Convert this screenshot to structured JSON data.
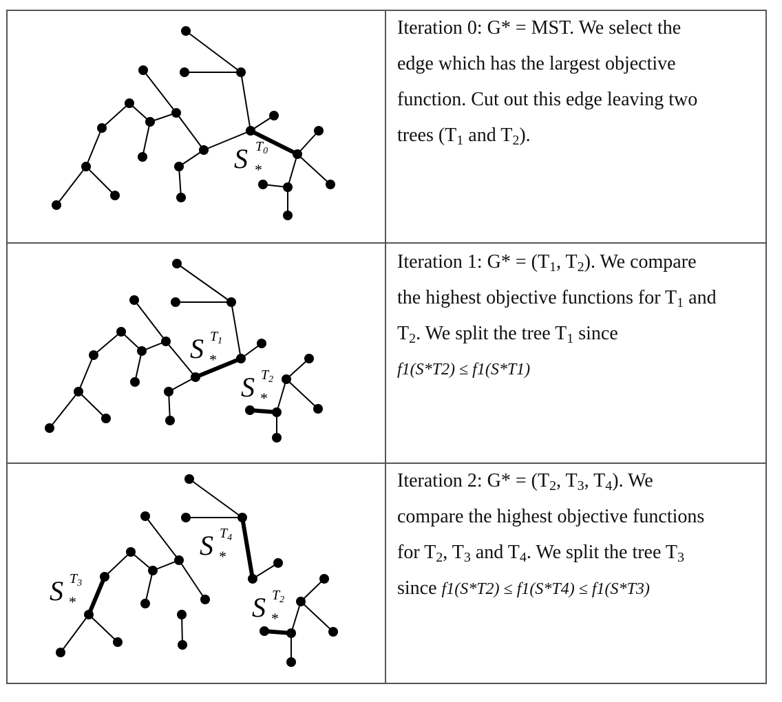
{
  "rows": [
    {
      "caption": {
        "line1": "Iteration 0: G* = MST. We select the",
        "line2": "edge which has the largest objective",
        "line3": "function. Cut out this edge leaving two",
        "line4_a": "trees (T",
        "line4_b": "1",
        "line4_c": " and T",
        "line4_d": "2",
        "line4_e": ")."
      },
      "labels": [
        {
          "base": "S",
          "sup": "T",
          "sub": "0",
          "star": "*"
        }
      ]
    },
    {
      "caption": {
        "line1_a": "Iteration 1: G* = (T",
        "line1_b": "1",
        "line1_c": ", T",
        "line1_d": "2",
        "line1_e": "). We compare",
        "line2_a": "the highest objective functions for T",
        "line2_b": "1",
        "line2_c": " and",
        "line3_a": "T",
        "line3_b": "2",
        "line3_c": ". We split the tree T",
        "line3_d": "1",
        "line3_e": " since",
        "formula": "f1(S*T2) ≤ f1(S*T1)"
      },
      "labels": [
        {
          "base": "S",
          "sup": "T",
          "sub": "1",
          "star": "*"
        },
        {
          "base": "S",
          "sup": "T",
          "sub": "2",
          "star": "*"
        }
      ]
    },
    {
      "caption": {
        "line1_a": "Iteration 2: G* = (T",
        "line1_b": "2",
        "line1_c": ", T",
        "line1_d": "3",
        "line1_e": ", T",
        "line1_f": "4",
        "line1_g": "). We",
        "line2": "compare the highest objective functions",
        "line3_a": "for T",
        "line3_b": "2",
        "line3_c": ", T",
        "line3_d": "3",
        "line3_e": " and T",
        "line3_f": "4",
        "line3_g": ". We split the tree T",
        "line3_h": "3",
        "line4_a": "since ",
        "formula": "f1(S*T2) ≤ f1(S*T4) ≤ f1(S*T3)"
      },
      "labels": [
        {
          "base": "S",
          "sup": "T",
          "sub": "3",
          "star": "*"
        },
        {
          "base": "S",
          "sup": "T",
          "sub": "4",
          "star": "*"
        },
        {
          "base": "S",
          "sup": "T",
          "sub": "2",
          "star": "*"
        }
      ]
    }
  ]
}
